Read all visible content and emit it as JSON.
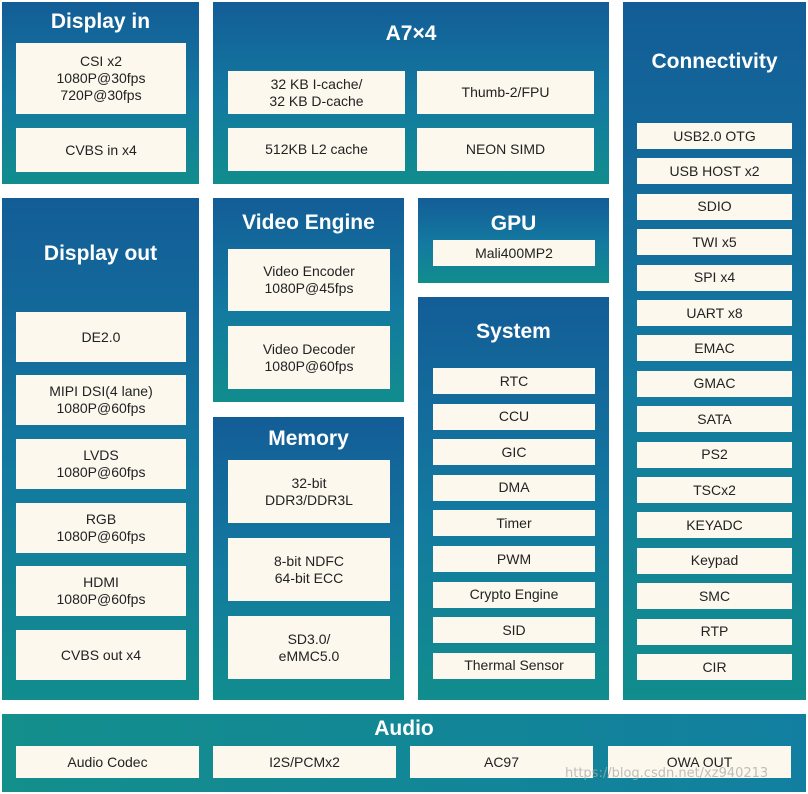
{
  "display_in": {
    "title": "Display in",
    "items": [
      "CSI x2\n1080P@30fps\n720P@30fps",
      "CVBS in x4"
    ]
  },
  "cpu": {
    "title": "A7×4",
    "items": [
      "32 KB I-cache/\n32 KB D-cache",
      "Thumb-2/FPU",
      "512KB L2 cache",
      "NEON SIMD"
    ]
  },
  "connectivity": {
    "title": "Connectivity",
    "items": [
      "USB2.0 OTG",
      "USB HOST x2",
      "SDIO",
      "TWI x5",
      "SPI x4",
      "UART x8",
      "EMAC",
      "GMAC",
      "SATA",
      "PS2",
      "TSCx2",
      "KEYADC",
      "Keypad",
      "SMC",
      "RTP",
      "CIR"
    ]
  },
  "display_out": {
    "title": "Display out",
    "items": [
      "DE2.0",
      "MIPI DSI(4 lane)\n1080P@60fps",
      "LVDS\n1080P@60fps",
      "RGB\n1080P@60fps",
      "HDMI\n1080P@60fps",
      "CVBS out x4"
    ]
  },
  "video_engine": {
    "title": "Video Engine",
    "items": [
      "Video Encoder\n1080P@45fps",
      "Video Decoder\n1080P@60fps"
    ]
  },
  "gpu": {
    "title": "GPU",
    "items": [
      "Mali400MP2"
    ]
  },
  "memory": {
    "title": "Memory",
    "items": [
      "32-bit\nDDR3/DDR3L",
      "8-bit NDFC\n64-bit ECC",
      "SD3.0/\neMMC5.0"
    ]
  },
  "system": {
    "title": "System",
    "items": [
      "RTC",
      "CCU",
      "GIC",
      "DMA",
      "Timer",
      "PWM",
      "Crypto Engine",
      "SID",
      "Thermal Sensor"
    ]
  },
  "audio": {
    "title": "Audio",
    "items": [
      "Audio Codec",
      "I2S/PCMx2",
      "AC97",
      "OWA OUT"
    ]
  },
  "watermark": "https://blog.csdn.net/xz940213"
}
